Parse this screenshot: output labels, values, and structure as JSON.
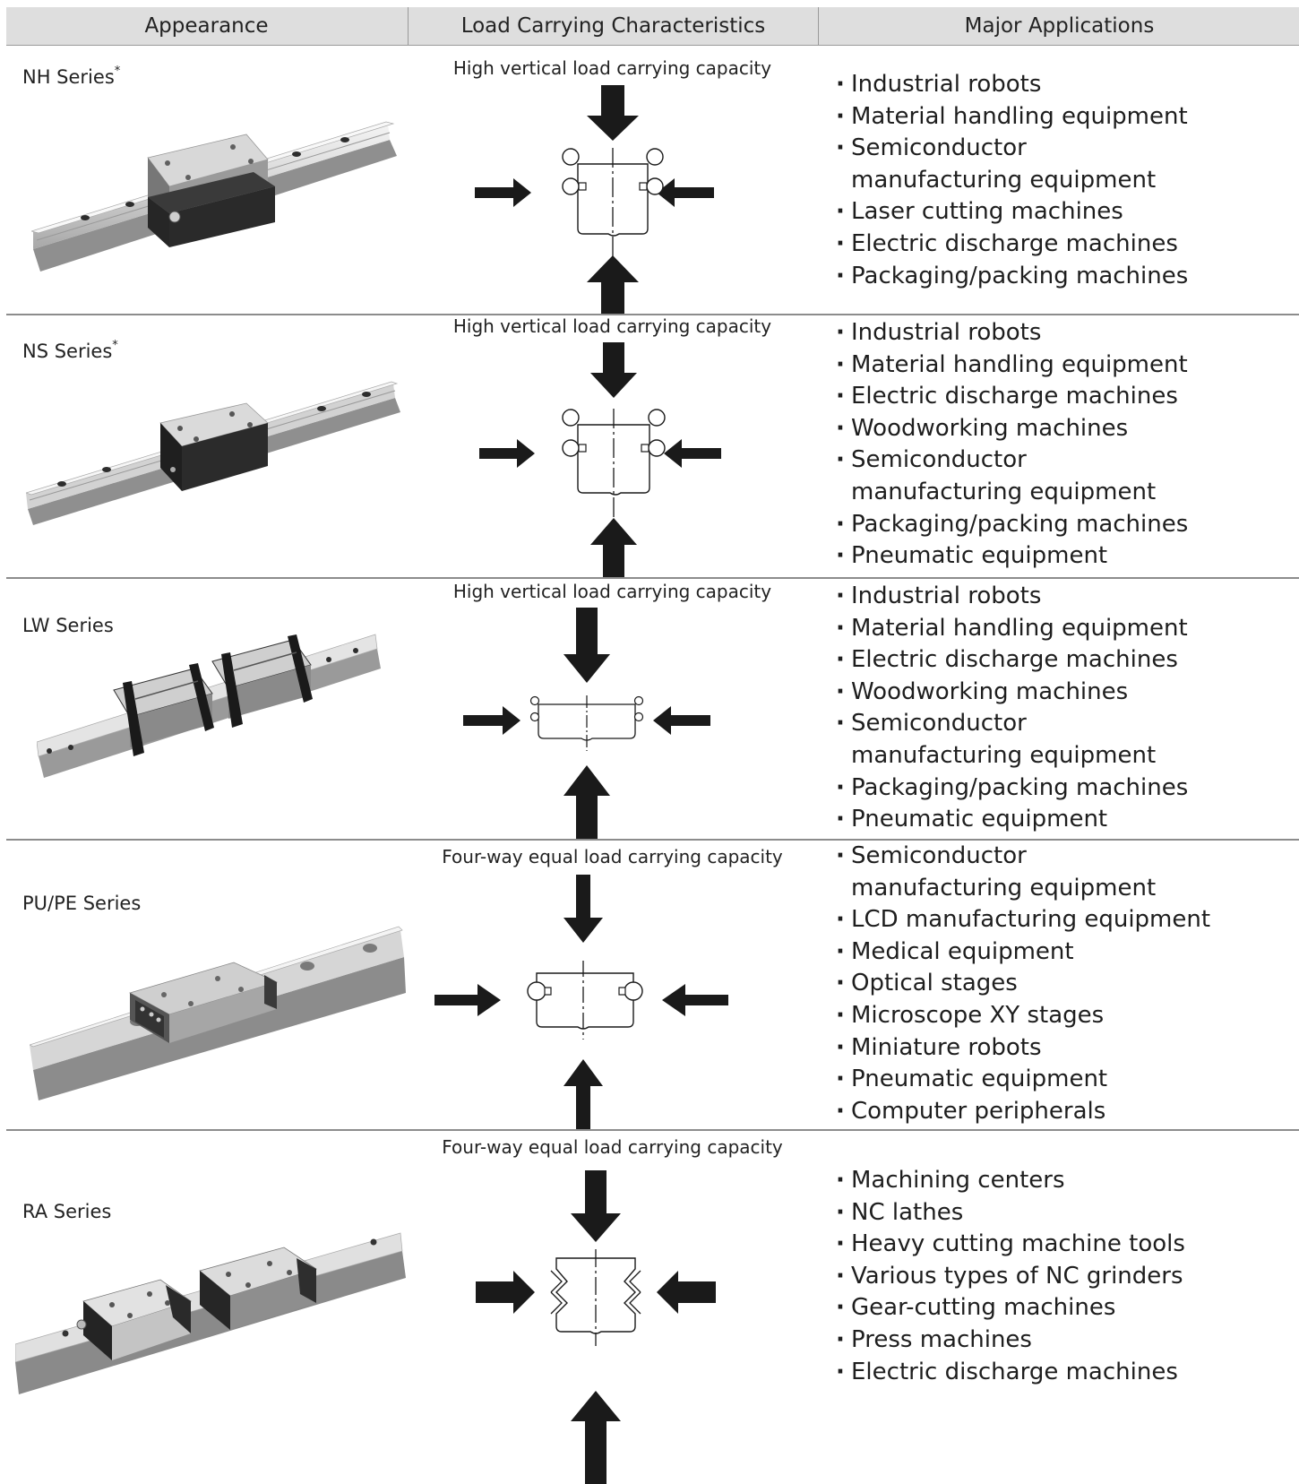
{
  "header": {
    "appearance": "Appearance",
    "load_carrying": "Load Carrying Characteristics",
    "major_applications": "Major Applications"
  },
  "rows": [
    {
      "series": "NH Series",
      "footnote_mark": "*",
      "load_caption": "High vertical load carrying capacity",
      "apps": [
        "Industrial robots",
        "Material handling equipment",
        "Semiconductor",
        "manufacturing equipment",
        "Laser cutting machines",
        "Electric discharge machines",
        "Packaging/packing machines"
      ]
    },
    {
      "series": "NS Series",
      "footnote_mark": "*",
      "load_caption": "High vertical load carrying capacity",
      "apps": [
        "Industrial robots",
        "Material handling equipment",
        "Electric discharge machines",
        "Woodworking machines",
        "Semiconductor",
        "manufacturing equipment",
        "Packaging/packing machines",
        "Pneumatic equipment"
      ]
    },
    {
      "series": "LW Series",
      "load_caption": "High vertical load carrying capacity",
      "apps": [
        "Industrial robots",
        "Material handling equipment",
        "Electric discharge machines",
        "Woodworking machines",
        "Semiconductor",
        "manufacturing equipment",
        "Packaging/packing machines",
        "Pneumatic equipment"
      ]
    },
    {
      "series": "PU/PE Series",
      "load_caption": "Four-way equal load carrying capacity",
      "apps": [
        "Semiconductor",
        "manufacturing equipment",
        "LCD manufacturing equipment",
        "Medical equipment",
        "Optical stages",
        "Microscope XY stages",
        "Miniature robots",
        "Pneumatic equipment",
        "Computer peripherals"
      ]
    },
    {
      "series": "RA Series",
      "load_caption": "Four-way equal load carrying capacity",
      "apps": [
        "Machining centers",
        "NC lathes",
        "Heavy cutting machine tools",
        "Various types of NC grinders",
        "Gear-cutting machines",
        "Press machines",
        "Electric discharge machines"
      ]
    }
  ]
}
